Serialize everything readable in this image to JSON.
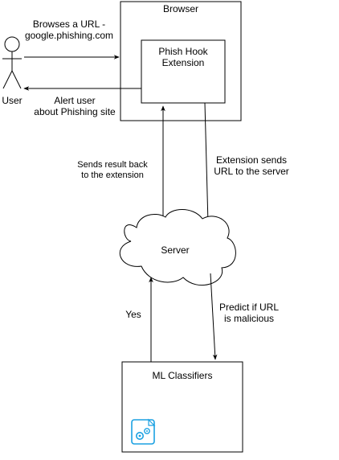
{
  "nodes": {
    "user_label": "User",
    "browser": "Browser",
    "extension": [
      "Phish Hook",
      "Extension"
    ],
    "server": "Server",
    "ml": "ML Classifiers"
  },
  "edges": {
    "browse": [
      "Browses a URL -",
      "google.phishing.com"
    ],
    "alert": [
      "Alert user",
      "about Phishing site"
    ],
    "result_back": [
      "Sends result back",
      "to the extension"
    ],
    "ext_sends": [
      "Extension sends",
      "URL to the server"
    ],
    "yes": "Yes",
    "predict": [
      "Predict if URL",
      "is malicious"
    ]
  },
  "colors": {
    "stroke": "#000000",
    "icon_accent": "#1ba1e2"
  },
  "icons": {
    "ml_icon": "gears-icon"
  }
}
